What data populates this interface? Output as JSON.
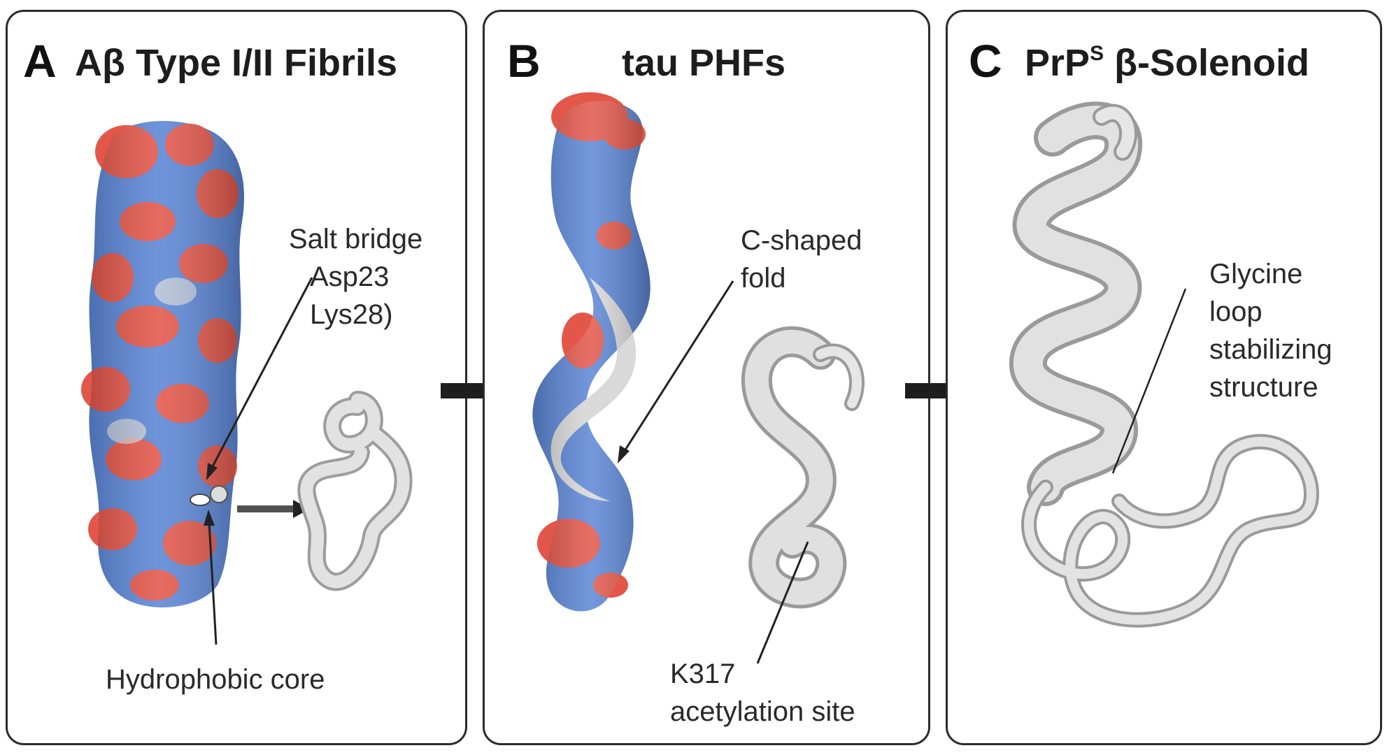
{
  "panels": {
    "a": {
      "letter": "A",
      "title": "Aβ Type I/II Fibrils",
      "salt_bridge_line1": "Salt bridge",
      "salt_bridge_line2": "Asp23",
      "salt_bridge_line3": "Lys28)",
      "core_label": "Hydrophobic core"
    },
    "b": {
      "letter": "B",
      "title": "tau PHFs",
      "fold_line1": "C-shaped",
      "fold_line2": "fold",
      "site_line1": "K317",
      "site_line2": "acetylation site"
    },
    "c": {
      "letter": "C",
      "title_prefix": "PrP",
      "title_sup": "S",
      "title_suffix": " β-Solenoid",
      "loop_line1": "Glycine",
      "loop_line2": "loop",
      "loop_line3": "stabilizing",
      "loop_line4": "structure"
    }
  },
  "colors": {
    "surface_blue": "#5b86d6",
    "surface_red": "#e3574a",
    "ribbon_gray": "#d6d6d6",
    "arrow_dark": "#1e1e1e"
  }
}
